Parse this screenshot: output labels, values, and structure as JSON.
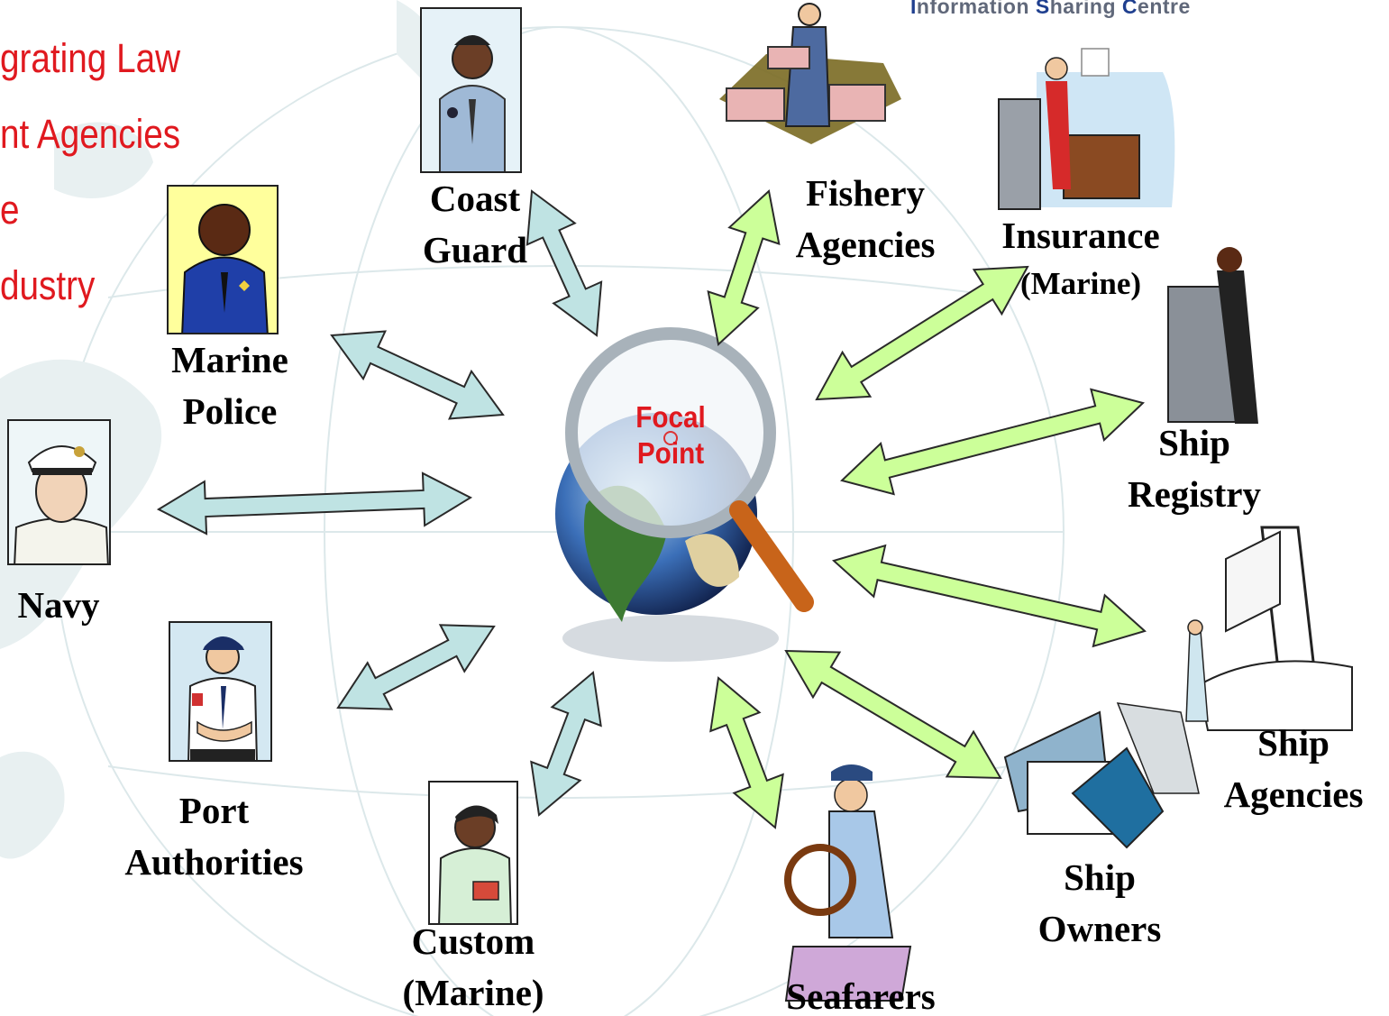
{
  "header": {
    "corner_parts": [
      {
        "initial": "I",
        "rest": "nformation "
      },
      {
        "initial": "S",
        "rest": "haring "
      },
      {
        "initial": "C",
        "rest": "entre"
      }
    ]
  },
  "intro_lines": [
    "grating Law",
    "nt Agencies",
    "e",
    "dustry"
  ],
  "center": {
    "line1": "Focal",
    "line2": "Point"
  },
  "nodes": {
    "coast_guard": [
      "Coast",
      "Guard"
    ],
    "marine_police": [
      "Marine",
      "Police"
    ],
    "navy": [
      "Navy"
    ],
    "port_authorities": [
      "Port",
      "Authorities"
    ],
    "custom_marine": [
      "Custom",
      "(Marine)"
    ],
    "seafarers": [
      "Seafarers"
    ],
    "ship_owners": [
      "Ship",
      "Owners"
    ],
    "ship_agencies": [
      "Ship",
      "Agencies"
    ],
    "ship_registry": [
      "Ship",
      "Registry"
    ],
    "insurance_marine": [
      "Insurance",
      "(Marine)"
    ],
    "fishery_agencies": [
      "Fishery",
      "Agencies"
    ]
  },
  "colors": {
    "government_arrow": "#bfe3e3",
    "industry_arrow": "#ccff99",
    "arrow_stroke": "#2a2a2a",
    "intro_text": "#e0191f",
    "focal_text": "#e0191f"
  }
}
